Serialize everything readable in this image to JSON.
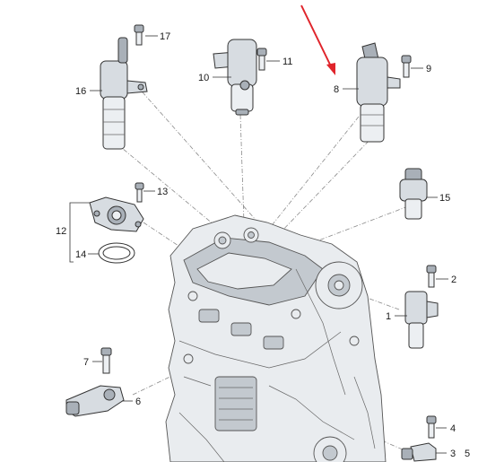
{
  "diagram": {
    "callouts": {
      "c1": "1",
      "c2": "2",
      "c3": "3",
      "c4": "4",
      "c5": "5",
      "c6": "6",
      "c7": "7",
      "c8": "8",
      "c9": "9",
      "c10": "10",
      "c11": "11",
      "c12": "12",
      "c13": "13",
      "c14": "14",
      "c15": "15",
      "c16": "16",
      "c17": "17"
    },
    "colors": {
      "pointer_arrow": "#e0242b",
      "part_fill": "#d7dce1",
      "engine_fill": "#e9ecef"
    }
  }
}
